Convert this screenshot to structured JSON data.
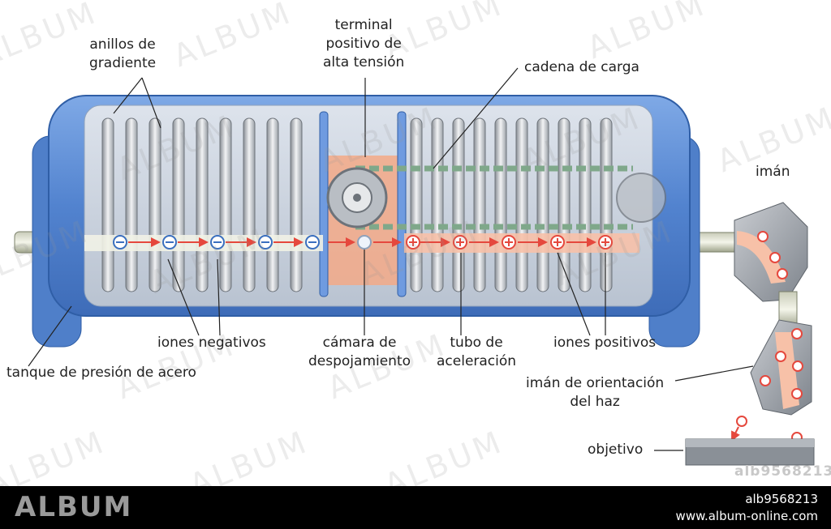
{
  "labels": {
    "gradient_rings": [
      "anillos de",
      "gradiente"
    ],
    "hv_terminal": [
      "terminal",
      "positivo de",
      "alta tensión"
    ],
    "charge_chain": "cadena de carga",
    "magnet": "imán",
    "negative_ions": "iones negativos",
    "stripper_chamber": [
      "cámara de",
      "despojamiento"
    ],
    "acceleration_tube": [
      "tubo de",
      "aceleración"
    ],
    "positive_ions": "iones positivos",
    "pressure_tank": "tanque de presión de acero",
    "steering_magnet": [
      "imán de orientación",
      "del haz"
    ],
    "target": "objetivo"
  },
  "watermark": "ALBUM",
  "stamp": "alb9568213",
  "footer": {
    "brand": "ALBUM",
    "image_id": "alb9568213",
    "website": "www.album-online.com"
  },
  "colors": {
    "tank_blue": "#5b8fd6",
    "tank_glass": "#cdd6e2",
    "terminal_orange": "#f3a987",
    "ion_negative": "#3a6fbf",
    "ion_positive": "#e5483d",
    "beam_arrow": "#e5483d",
    "footer_bg": "#000000"
  }
}
